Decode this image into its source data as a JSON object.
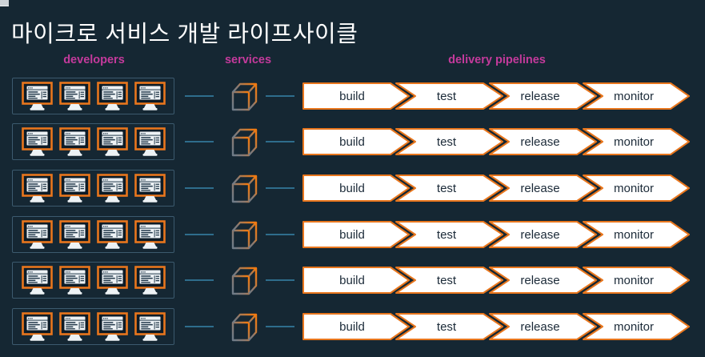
{
  "title": "마이크로 서비스 개발 라이프사이클",
  "column_headers": {
    "developers": "developers",
    "services": "services",
    "delivery_pipelines": "delivery pipelines"
  },
  "pipeline_stages": [
    "build",
    "test",
    "release",
    "monitor"
  ],
  "row_count": 6,
  "monitors_per_row": 4,
  "icons": {
    "workstation": "monitor-icon",
    "service": "cube-icon"
  },
  "colors": {
    "background": "#152733",
    "accent_orange": "#e8761d",
    "accent_magenta": "#c43a9c",
    "connector_blue": "#2e6d8c",
    "group_border": "#3c5a6e",
    "pipeline_fill": "#ffffff",
    "pipeline_text": "#1b2a38",
    "title_text": "#ffffff"
  }
}
